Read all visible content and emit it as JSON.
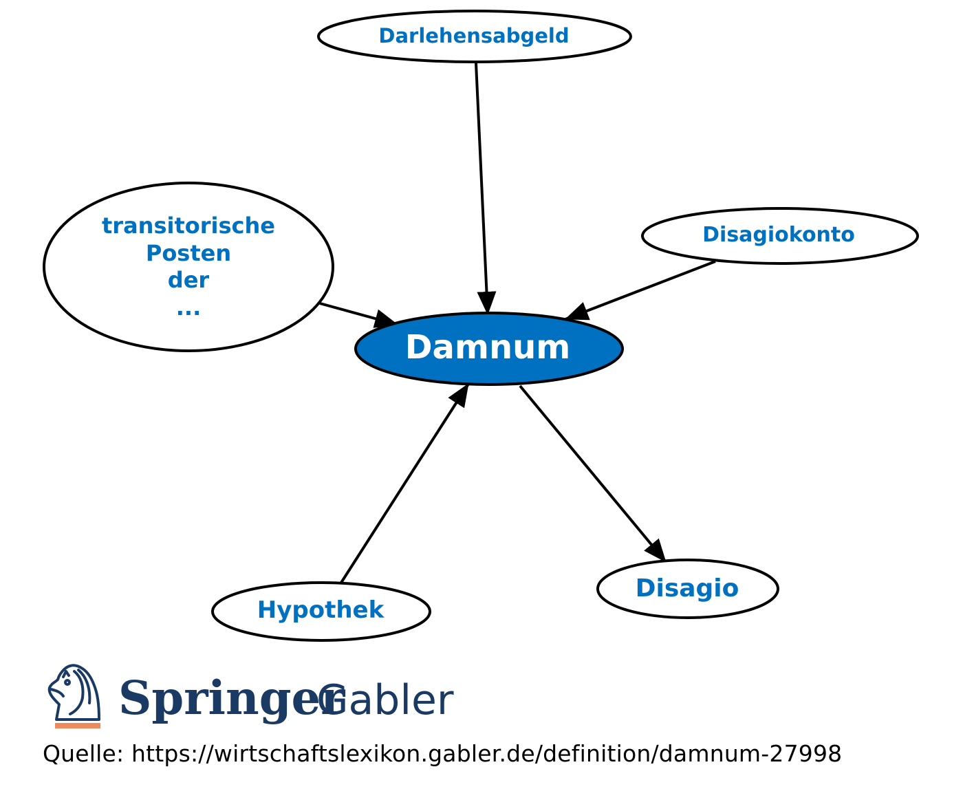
{
  "diagram": {
    "center_node": {
      "label": "Damnum",
      "fill": "#0070c0",
      "text_color": "#ffffff"
    },
    "related_nodes": [
      {
        "id": "darlehensabgeld",
        "lines": [
          "Darlehensabgeld"
        ]
      },
      {
        "id": "transitorische",
        "lines": [
          "transitorische",
          "Posten",
          "der",
          "..."
        ]
      },
      {
        "id": "disagiokonto",
        "lines": [
          "Disagiokonto"
        ]
      },
      {
        "id": "hypothek",
        "lines": [
          "Hypothek"
        ]
      },
      {
        "id": "disagio",
        "lines": [
          "Disagio"
        ]
      }
    ],
    "edges": [
      {
        "from": "darlehensabgeld",
        "to": "damnum"
      },
      {
        "from": "transitorische",
        "to": "damnum"
      },
      {
        "from": "disagiokonto",
        "to": "damnum"
      },
      {
        "from": "hypothek",
        "to": "damnum"
      },
      {
        "from": "damnum",
        "to": "disagio"
      }
    ],
    "node_text_color": "#0070c0",
    "edge_color": "#000000"
  },
  "logo": {
    "brand": "Springer",
    "sub_brand": "Gabler",
    "brand_color": "#1b3a63",
    "accent_color": "#f08a5d",
    "icon": "chess-knight-icon"
  },
  "footer": {
    "source_text": "Quelle: https://wirtschaftslexikon.gabler.de/definition/damnum-27998"
  }
}
